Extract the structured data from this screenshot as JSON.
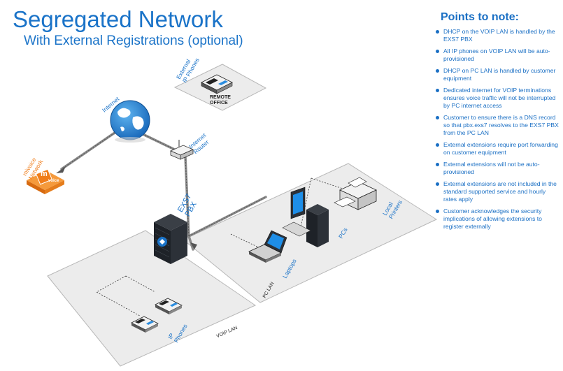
{
  "title": "Segregated Network",
  "subtitle": "With External Registrations (optional)",
  "notes": {
    "heading": "Points to note:",
    "items": [
      "DHCP on the VOIP LAN is handled by the EXS7 PBX",
      "All IP phones on VOIP LAN will be auto-provisioned",
      "DHCP on PC LAN is handled by customer equipment",
      "Dedicated internet for VOIP terminations ensures voice traffic will not be interrupted by PC internet access",
      "Customer to ensure there is a DNS record so that pbx.exs7 resolves to the EXS7 PBX from the PC LAN",
      "External extensions require port forwarding on customer equipment",
      "External extensions will not be auto-provisioned",
      "External extensions are not included in the standard supported service and hourly rates apply",
      "Customer acknowledges the security implications of allowing extensions to register externally"
    ]
  },
  "labels": {
    "external_ip_phones": "External IP Phones",
    "remote_office": "REMOTE OFFICE",
    "internet": "Internet",
    "internet_router": "Internet Router",
    "mivoice_network": "mivoice Network",
    "mivoice_logo": "m",
    "mivoice_logo_text": "voice",
    "exs7_pbx": "EXS7 PBX",
    "local_printers": "Local Printers",
    "pcs": "PCs",
    "laptops": "Laptops",
    "pc_lan": "PC LAN",
    "ip_phones": "IP Phones",
    "voip_lan": "VOIP LAN"
  },
  "colors": {
    "brand_blue": "#1a73c8",
    "lan_fill": "#ececec",
    "link_gray": "#8a8a8a",
    "mivoice_orange": "#f07d1a",
    "server_dark": "#1e2228"
  }
}
